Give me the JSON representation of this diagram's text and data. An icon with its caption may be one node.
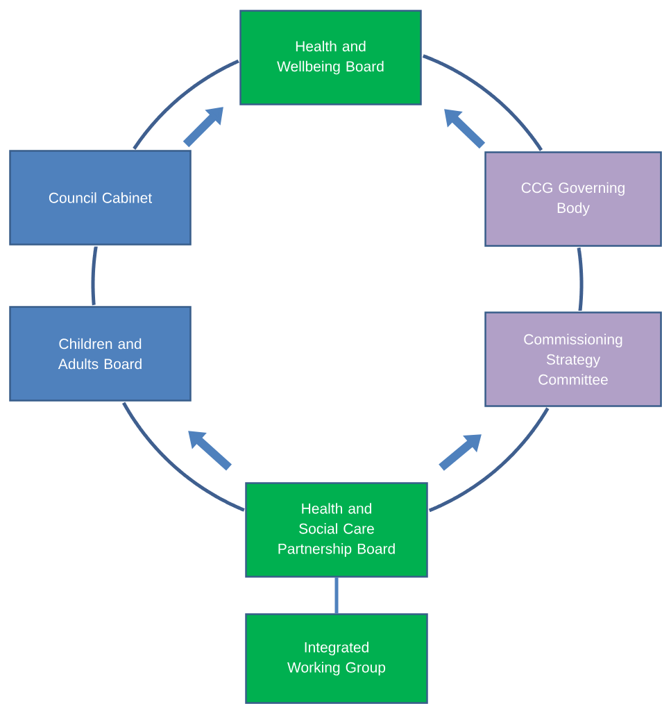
{
  "diagram": {
    "nodes": [
      {
        "text": [
          "Health and Wellbeing Board"
        ]
      },
      {
        "text": [
          "Council Cabinet"
        ]
      },
      {
        "text": [
          "CCG Governing Body"
        ]
      },
      {
        "text": [
          "Children and Adults Board"
        ]
      },
      {
        "text": [
          "Commissioning Strategy Committee"
        ]
      },
      {
        "text": [
          "Health and Social Care Partnership Board"
        ]
      },
      {
        "text": [
          "Integrated Working Group"
        ]
      }
    ],
    "edges": [
      {
        "from": 0,
        "to": 2,
        "arrow": "none"
      },
      {
        "from": 2,
        "to": 4,
        "arrow": "none"
      },
      {
        "from": 4,
        "to": 5,
        "arrow": "none"
      },
      {
        "from": 5,
        "to": 3,
        "arrow": "none"
      },
      {
        "from": 3,
        "to": 1,
        "arrow": "none"
      },
      {
        "from": 1,
        "to": 0,
        "arrow": "none"
      },
      {
        "from": 1,
        "to": 0,
        "arrow": "to",
        "style": "thick"
      },
      {
        "from": 2,
        "to": 0,
        "arrow": "to",
        "style": "thick"
      },
      {
        "from": 5,
        "to": 3,
        "arrow": "to",
        "style": "thick"
      },
      {
        "from": 5,
        "to": 4,
        "arrow": "to",
        "style": "thick"
      },
      {
        "from": 5,
        "to": 6,
        "arrow": "none"
      }
    ]
  }
}
